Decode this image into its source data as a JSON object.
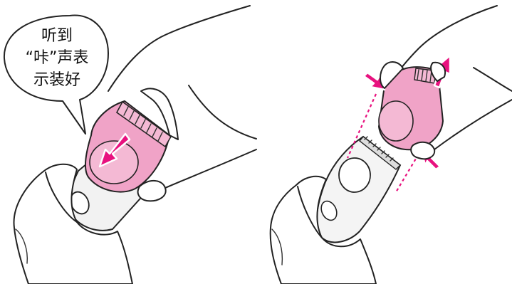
{
  "callout": {
    "lines": [
      "听到",
      "“咔”声表",
      "示装好"
    ]
  },
  "colors": {
    "attachment_pink": "#f0a3c7",
    "attachment_pink_light": "#f4b9d4",
    "arrow_pink": "#e8127f",
    "outline": "#222222",
    "body_grey": "#f2f2f2"
  },
  "icons": {
    "push_arrow": "arrow-down-left-icon",
    "pull_arrow": "arrow-up-right-icon",
    "squeeze_arrows": "arrow-inward-icon"
  }
}
